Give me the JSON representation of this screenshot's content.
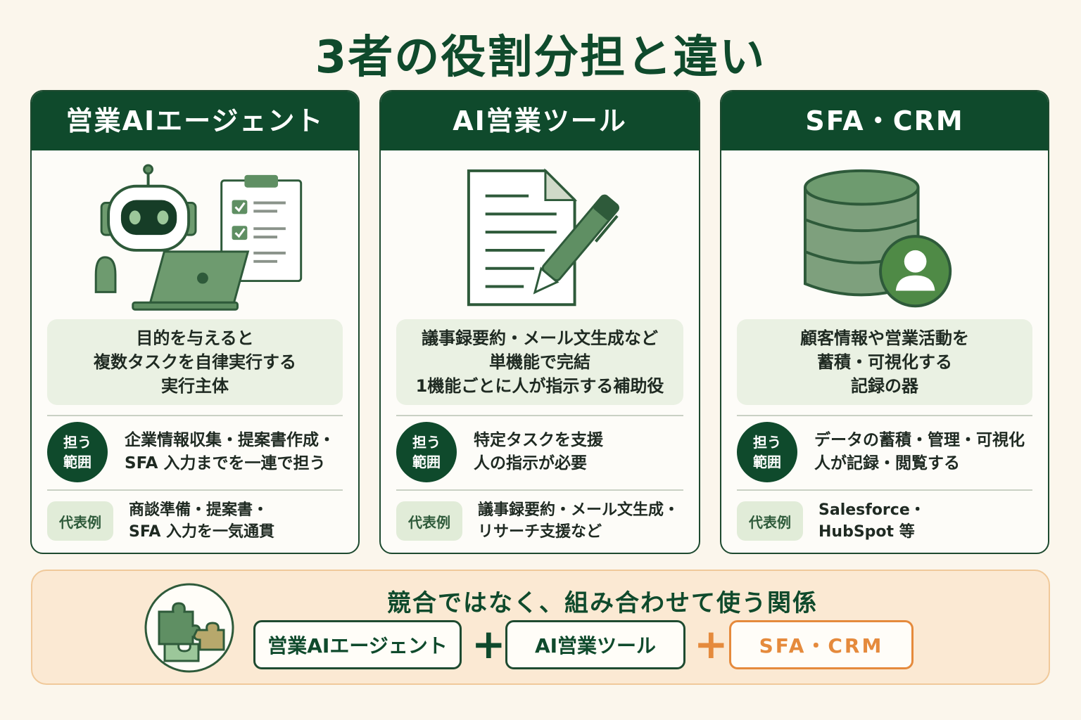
{
  "title": "3者の役割分担と違い",
  "cards": [
    {
      "header": "営業AIエージェント",
      "icon": "robot-with-laptop-and-checklist",
      "desc": [
        "目的を与えると",
        "複数タスクを自律実行する",
        "実行主体"
      ],
      "scope_badge": [
        "担う",
        "範囲"
      ],
      "scope_text": [
        "企業情報収集・提案書作成・",
        "SFA 入力までを一連で担う"
      ],
      "example_badge": "代表例",
      "example_text": [
        "商談準備・提案書・",
        "SFA 入力を一気通貫"
      ]
    },
    {
      "header": "AI営業ツール",
      "icon": "document-and-pen",
      "desc": [
        "議事録要約・メール文生成など",
        "単機能で完結",
        "1機能ごとに人が指示する補助役"
      ],
      "scope_badge": [
        "担う",
        "範囲"
      ],
      "scope_text": [
        "特定タスクを支援",
        "人の指示が必要"
      ],
      "example_badge": "代表例",
      "example_text": [
        "議事録要約・メール文生成・",
        "リサーチ支援など"
      ]
    },
    {
      "header": "SFA・CRM",
      "icon": "database-with-user",
      "desc": [
        "顧客情報や営業活動を",
        "蓄積・可視化する",
        "記録の器"
      ],
      "scope_badge": [
        "担う",
        "範囲"
      ],
      "scope_text": [
        "データの蓄積・管理・可視化",
        "人が記録・閲覧する"
      ],
      "example_badge": "代表例",
      "example_text": [
        "Salesforce・",
        "HubSpot 等"
      ]
    }
  ],
  "bottom": {
    "icon": "puzzle-pieces",
    "title": "競合ではなく、組み合わせて使う関係",
    "pills": [
      "営業AIエージェント",
      "AI営業ツール",
      "SFA・CRM"
    ],
    "plus": "+"
  },
  "colors": {
    "primary_green": "#0f4a2c",
    "light_green": "#eaf1e3",
    "accent_orange": "#e58a3c",
    "background": "#fbf6ec"
  }
}
